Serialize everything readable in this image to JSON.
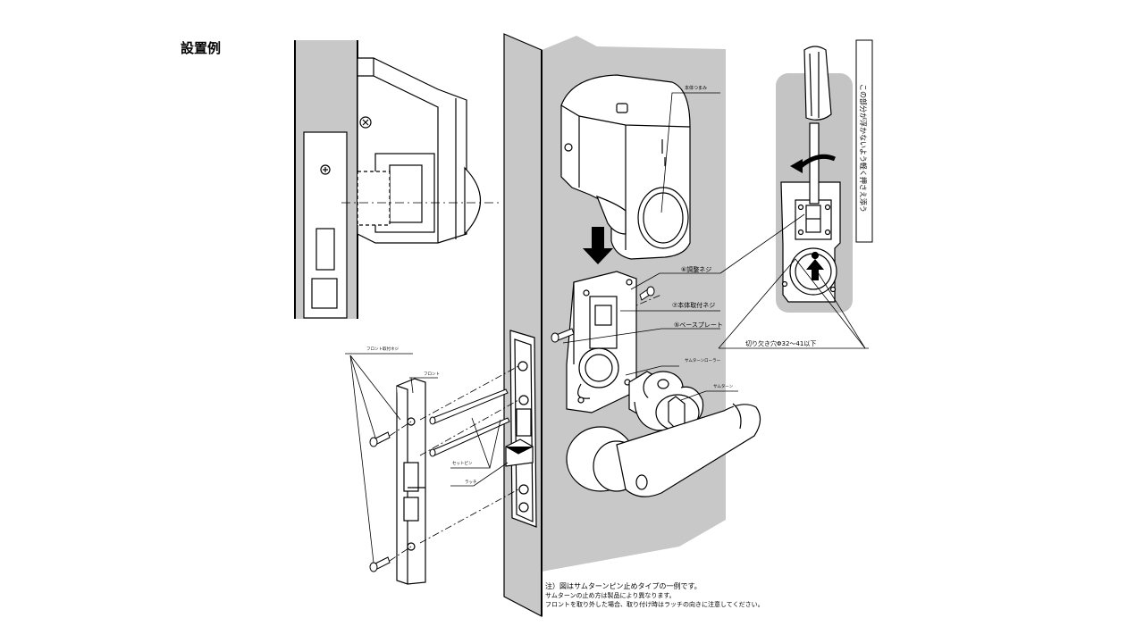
{
  "page": {
    "title": "設置例"
  },
  "labels": {
    "body_knob": "本体つまみ",
    "adjust_screw": "⑥調整ネジ",
    "body_mount_screw": "⑦本体取付ネジ",
    "base_plate": "⑤ベースプレート",
    "cutout_size": "切り欠き穴Φ32～41以下",
    "thumbturn_roller": "サムターンローラー",
    "thumbturn": "サムターン",
    "front_mount_screw": "フロント取付ネジ",
    "front": "フロント",
    "set_pin": "セットピン",
    "latch": "ラッチ",
    "press_instruction": "この部分が浮かないよう軽く押さえ添う"
  },
  "notes": [
    "注）図はサムターンピン止めタイプの一例です。",
    "サムターンの止め方は製品により異なります。",
    "フロントを取り外した場合、取り付け時はラッチの向きに注意してください。"
  ],
  "colors": {
    "wall": "#c8c8c8",
    "line": "#000000",
    "panel": "#c4c4c4",
    "fill": "#ffffff"
  },
  "icons": [
    "down-arrow-icon",
    "up-arrow-icon",
    "rotate-arrow-icon",
    "screwdriver-icon",
    "screw-icon"
  ]
}
